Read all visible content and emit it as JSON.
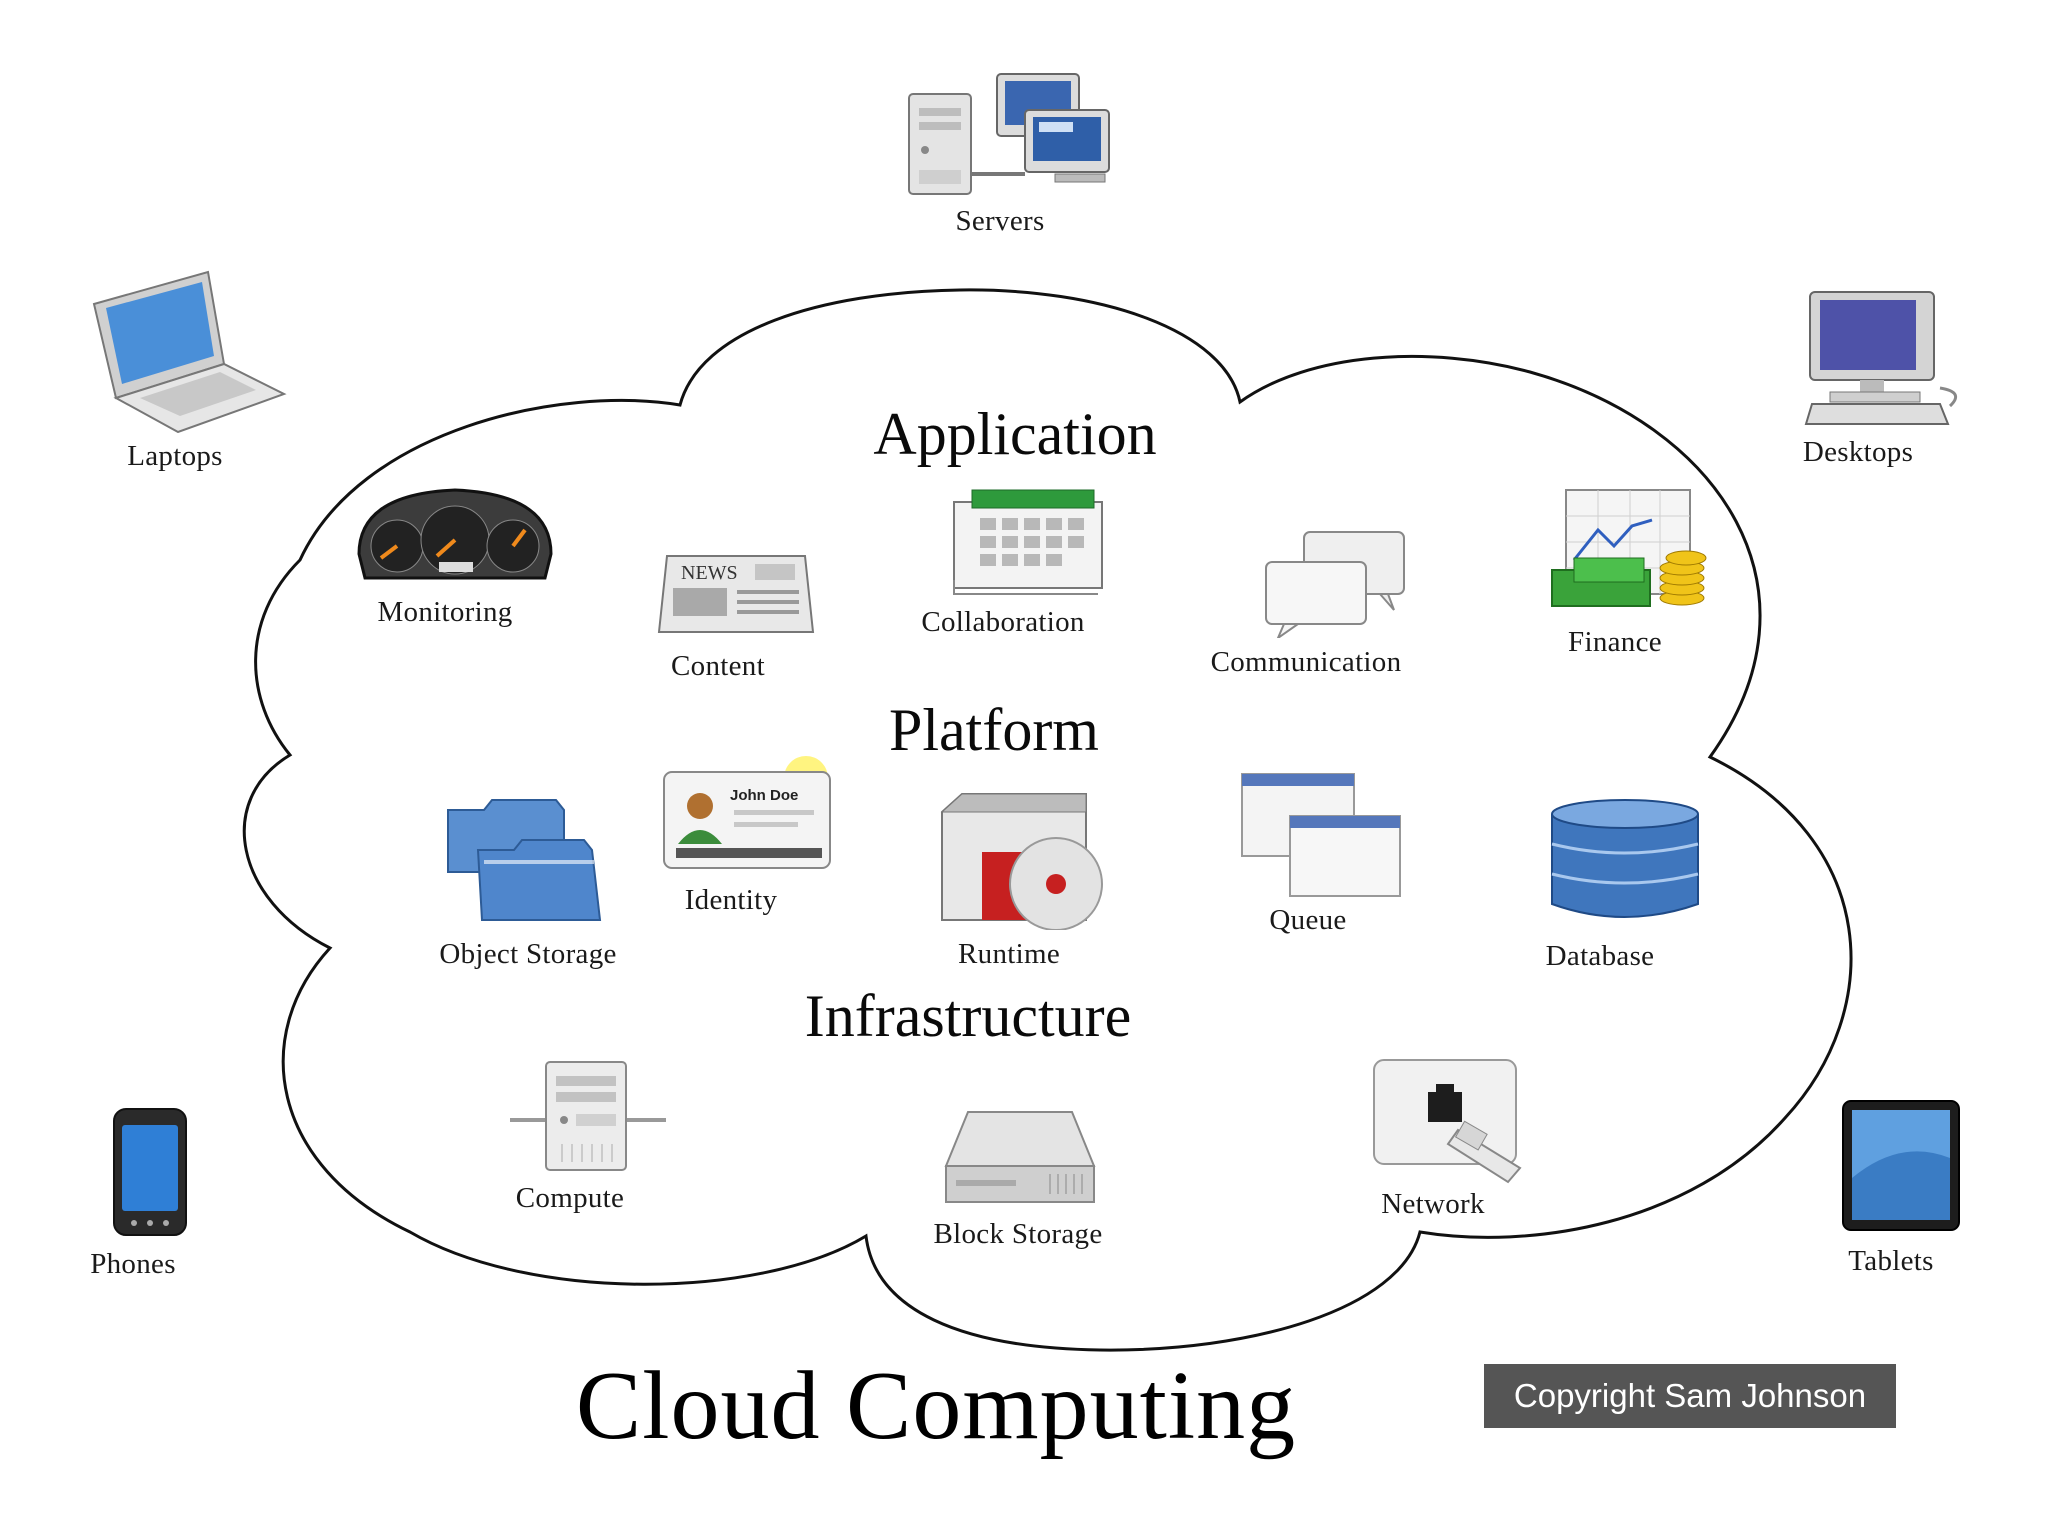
{
  "diagram": {
    "title": "Cloud Computing",
    "copyright": "Copyright Sam Johnson",
    "layers": {
      "application": "Application",
      "platform": "Platform",
      "infrastructure": "Infrastructure"
    },
    "clients": {
      "servers": {
        "label": "Servers",
        "icon": "servers-icon"
      },
      "laptops": {
        "label": "Laptops",
        "icon": "laptop-icon"
      },
      "desktops": {
        "label": "Desktops",
        "icon": "desktop-icon"
      },
      "phones": {
        "label": "Phones",
        "icon": "phone-icon"
      },
      "tablets": {
        "label": "Tablets",
        "icon": "tablet-icon"
      }
    },
    "application_items": {
      "monitoring": {
        "label": "Monitoring",
        "icon": "dashboard-gauge-icon"
      },
      "content": {
        "label": "Content",
        "icon": "newspaper-icon",
        "icon_text": "NEWS"
      },
      "collaboration": {
        "label": "Collaboration",
        "icon": "calendar-icon"
      },
      "communication": {
        "label": "Communication",
        "icon": "chat-bubbles-icon"
      },
      "finance": {
        "label": "Finance",
        "icon": "finance-chart-money-icon"
      }
    },
    "platform_items": {
      "object_storage": {
        "label": "Object Storage",
        "icon": "folders-icon"
      },
      "identity": {
        "label": "Identity",
        "icon": "id-card-icon",
        "icon_text": "John Doe"
      },
      "runtime": {
        "label": "Runtime",
        "icon": "runtime-disc-icon"
      },
      "queue": {
        "label": "Queue",
        "icon": "stacked-windows-icon"
      },
      "database": {
        "label": "Database",
        "icon": "database-icon"
      }
    },
    "infrastructure_items": {
      "compute": {
        "label": "Compute",
        "icon": "server-tower-icon"
      },
      "block_storage": {
        "label": "Block Storage",
        "icon": "hard-drive-icon"
      },
      "network": {
        "label": "Network",
        "icon": "network-port-icon"
      }
    }
  }
}
